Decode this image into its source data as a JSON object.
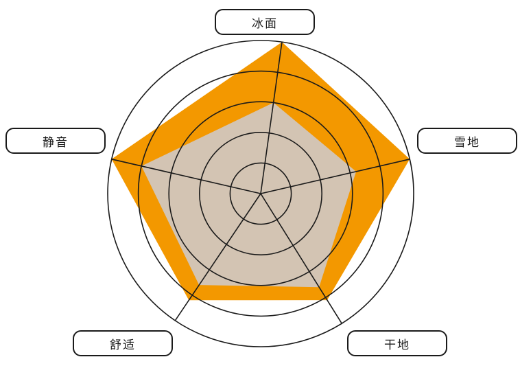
{
  "chart_data": {
    "type": "radar",
    "axes": [
      "冰面",
      "雪地",
      "干地",
      "舒适",
      "静音"
    ],
    "scale": {
      "min": 0,
      "max": 5,
      "rings": 5
    },
    "series": [
      {
        "values": [
          5.0,
          5.0,
          4.1,
          4.2,
          5.0
        ],
        "color": "#f39800"
      },
      {
        "values": [
          3.0,
          3.2,
          3.6,
          3.6,
          4.0
        ],
        "color": "#d3c4b3"
      }
    ],
    "title": "",
    "grid": true,
    "legend": "none"
  }
}
